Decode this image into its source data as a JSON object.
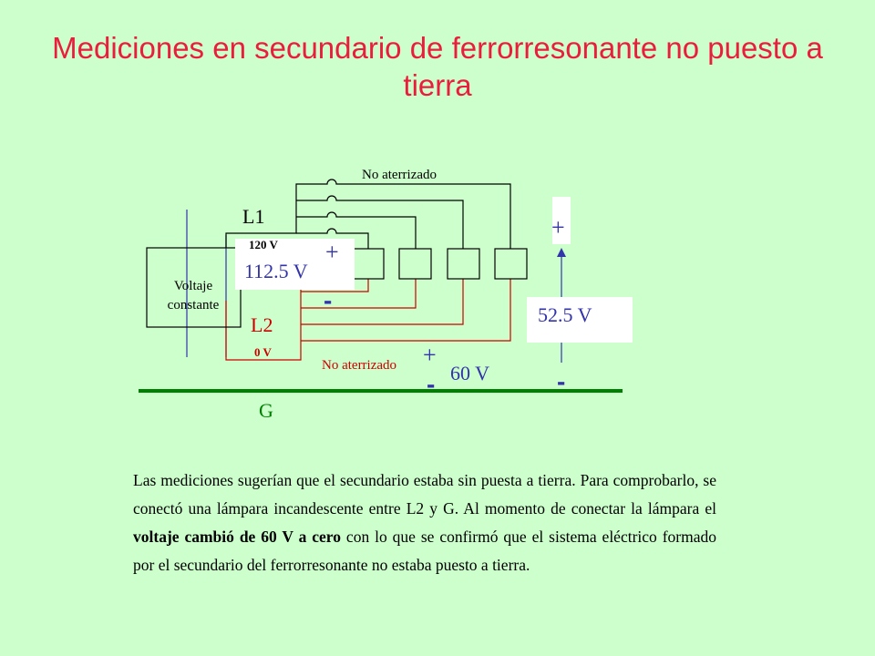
{
  "title": "Mediciones en secundario de ferrorresonante no puesto a tierra",
  "diagram": {
    "source_box_line1": "Voltaje",
    "source_box_line2": "constante",
    "label_l1": "L1",
    "label_l2": "L2",
    "label_g": "G",
    "label_120v": "120 V",
    "label_0v": "0 V",
    "label_no_aterrizado_top": "No aterrizado",
    "label_no_aterrizado_bottom": "No aterrizado",
    "meas_112": "112.5 V",
    "meas_60": "60 V",
    "meas_52": "52.5 V",
    "plus_sign": "+",
    "minus_sign": "-",
    "colors": {
      "background": "#ccffcc",
      "title": "#ea1d3d",
      "wire_l1": "#000000",
      "wire_l2": "#cc0000",
      "ground": "#008000",
      "measurement": "#3333aa"
    }
  },
  "paragraph": {
    "part1": "Las mediciones sugerían que el secundario estaba sin puesta a tierra. Para comprobarlo, se conectó una lámpara incandescente entre L2 y G. Al momento de conectar la lámpara el ",
    "bold": "voltaje cambió de 60 V a cero",
    "part2": " con lo que se confirmó que el sistema eléctrico formado por el secundario del ferrorresonante no estaba puesto a tierra."
  }
}
